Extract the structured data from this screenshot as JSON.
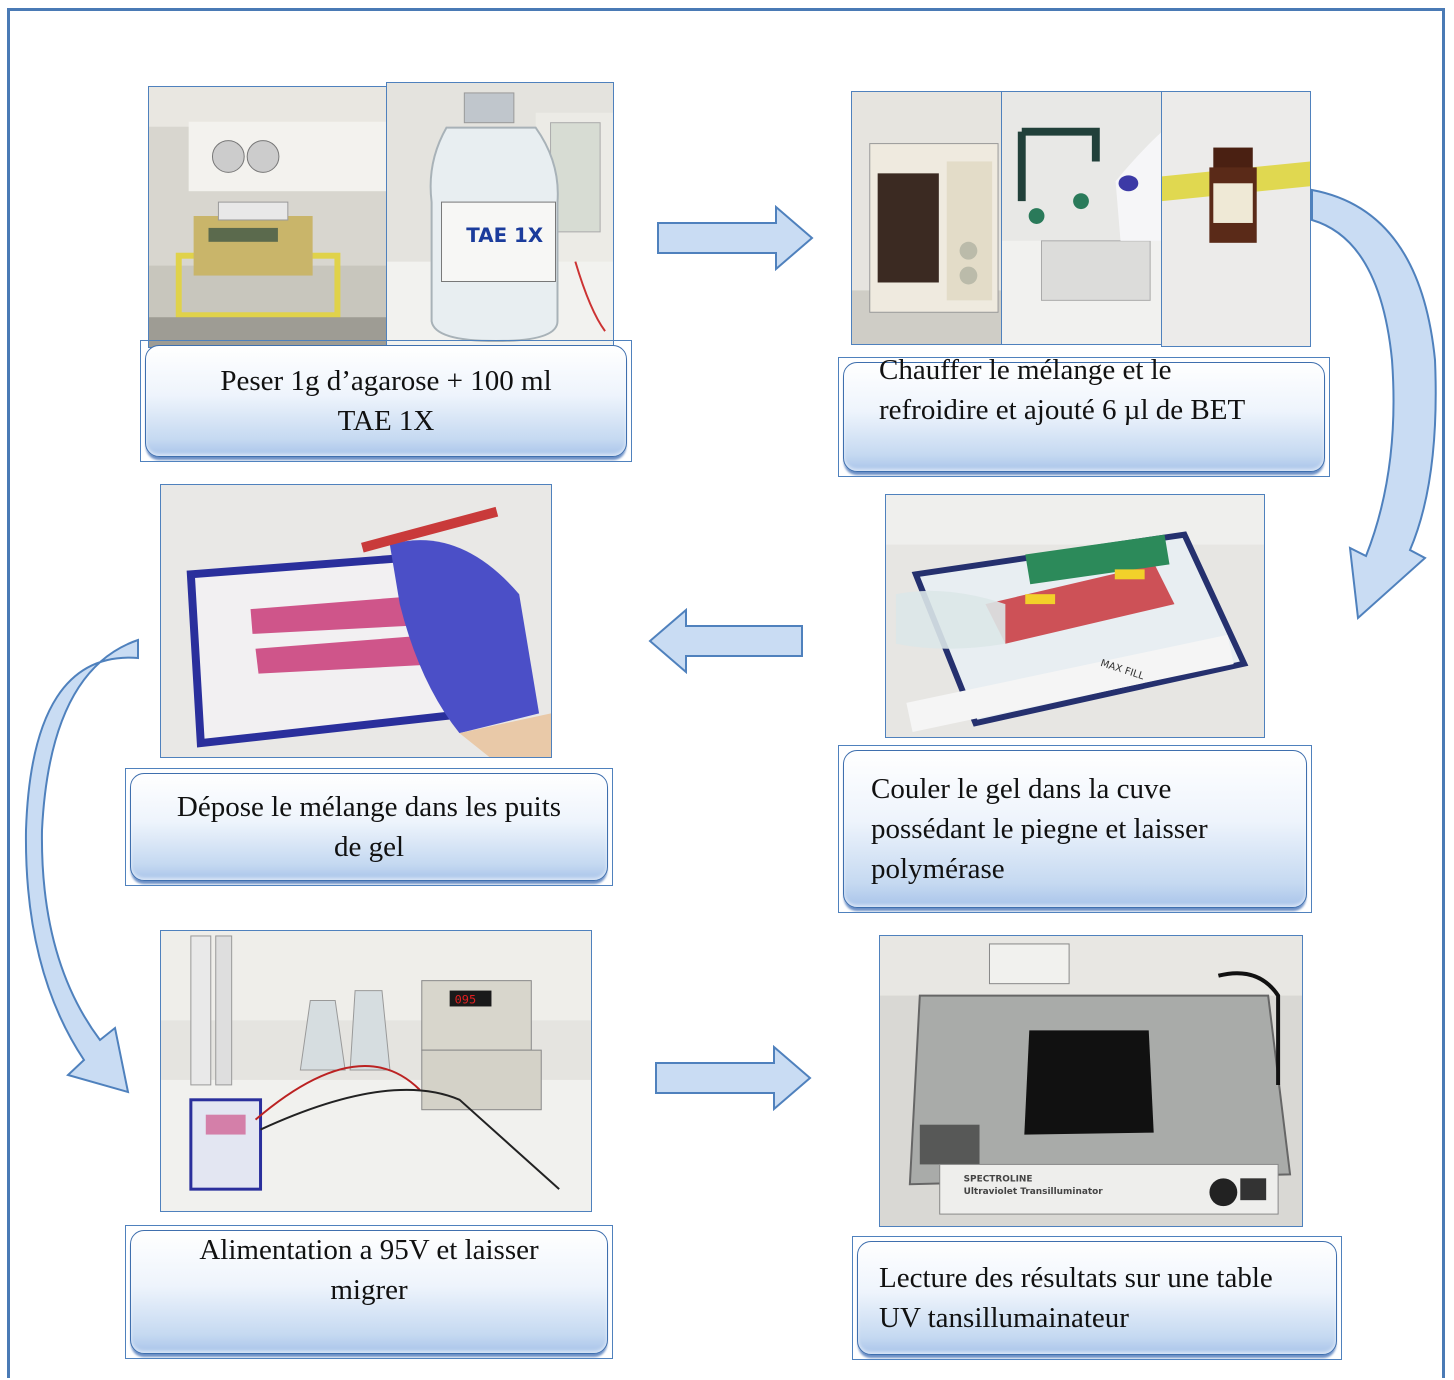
{
  "steps": [
    {
      "line1": "Peser 1g d’agarose + 100 ml",
      "line2": "TAE 1X"
    },
    {
      "line1": "Chauffer le mélange et le",
      "line2": "refroidire et ajouté 6 µl de BET"
    },
    {
      "line1": "Couler le gel dans la cuve",
      "line2": "possédant le piegne et laisser",
      "line3": "polymérase"
    },
    {
      "line1": "Dépose le mélange dans les puits",
      "line2": "de gel"
    },
    {
      "line1": "Alimentation a 95V et laisser",
      "line2": "migrer"
    },
    {
      "line1": "Lecture des résultats sur une table",
      "line2": "UV tansillumainateur"
    }
  ],
  "photo_text": {
    "bottle": "TAE 1X",
    "uv_brand": "SPECTROLINE",
    "uv_model": "Ultraviolet Transilluminator",
    "power_display": "095",
    "tank_label": "MAX FILL"
  },
  "colors": {
    "frame": "#4a7ab5",
    "bubble_border": "#3f6fae",
    "arrow_fill": "#c9dcf3",
    "arrow_stroke": "#4f81bd"
  }
}
